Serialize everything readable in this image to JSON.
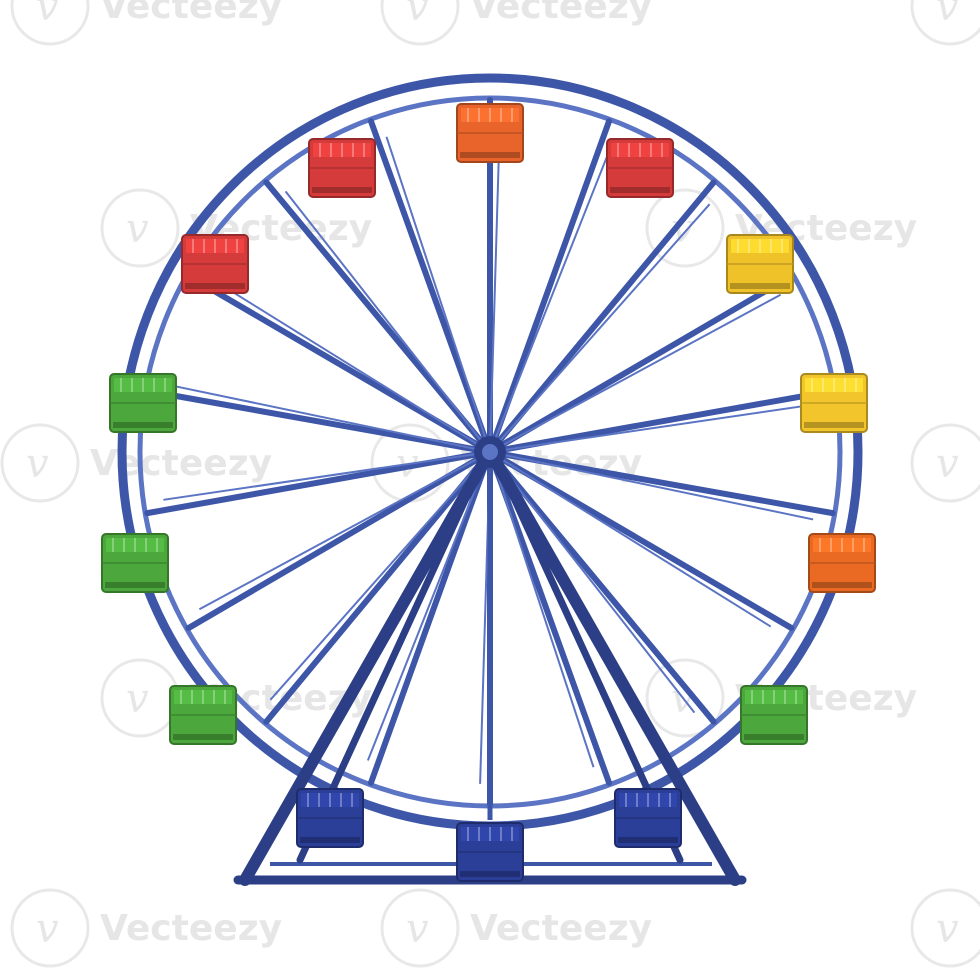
{
  "image": {
    "subject": "ferris-wheel",
    "background_color": "#ffffff"
  },
  "watermark": {
    "text": "Vecteezy",
    "color": "#e6e6e6"
  },
  "wheel": {
    "frame_color": "#3d56a8",
    "frame_dark": "#2c3f86",
    "frame_light": "#5b74c4",
    "spoke_count": 18,
    "gondolas": [
      {
        "position": "top",
        "color": "#e8642a"
      },
      {
        "position": "upper-right-1",
        "color": "#d63b3b"
      },
      {
        "position": "upper-right-2",
        "color": "#f0c22a"
      },
      {
        "position": "right-upper",
        "color": "#f2c52c"
      },
      {
        "position": "right-lower",
        "color": "#ea6a24"
      },
      {
        "position": "lower-right",
        "color": "#4ca83c"
      },
      {
        "position": "bottom-right",
        "color": "#2b3f99"
      },
      {
        "position": "bottom",
        "color": "#2b3f99"
      },
      {
        "position": "bottom-left",
        "color": "#2b3f99"
      },
      {
        "position": "lower-left",
        "color": "#4ca83c"
      },
      {
        "position": "left-lower",
        "color": "#4ca83c"
      },
      {
        "position": "left-upper",
        "color": "#4ca83c"
      },
      {
        "position": "upper-left-2",
        "color": "#d63b3b"
      },
      {
        "position": "upper-left-1",
        "color": "#d63b3b"
      }
    ]
  }
}
